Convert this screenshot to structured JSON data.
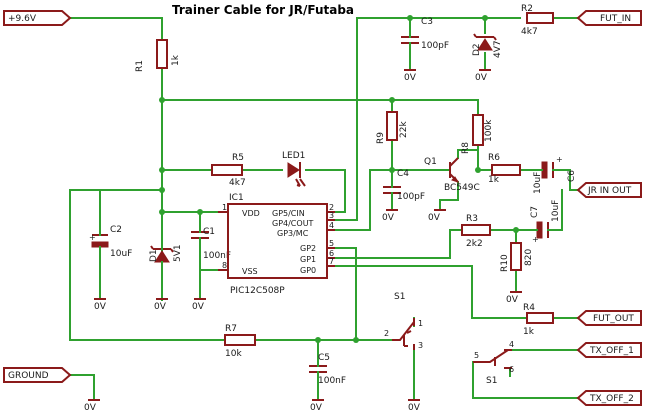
{
  "title": "Trainer Cable for JR/Futaba",
  "ports": {
    "p96": "+9.6V",
    "ground": "GROUND",
    "fut_in": "FUT_IN",
    "jr_in_out": "JR IN OUT",
    "fut_out": "FUT_OUT",
    "tx_off_1": "TX_OFF_1",
    "tx_off_2": "TX_OFF_2"
  },
  "parts": {
    "r1": {
      "name": "R1",
      "value": "1k"
    },
    "r2": {
      "name": "R2",
      "value": "4k7"
    },
    "r3": {
      "name": "R3",
      "value": "2k2"
    },
    "r4": {
      "name": "R4",
      "value": "1k"
    },
    "r5": {
      "name": "R5",
      "value": "4k7"
    },
    "r6": {
      "name": "R6",
      "value": "1k"
    },
    "r7": {
      "name": "R7",
      "value": "10k"
    },
    "r8": {
      "name": "R8",
      "value": "100k"
    },
    "r9": {
      "name": "R9",
      "value": "22k"
    },
    "r10": {
      "name": "R10",
      "value": "820"
    },
    "c1": {
      "name": "C1",
      "value": "100nF"
    },
    "c2": {
      "name": "C2",
      "value": "10uF"
    },
    "c3": {
      "name": "C3",
      "value": "100pF"
    },
    "c4": {
      "name": "C4",
      "value": "100pF"
    },
    "c5": {
      "name": "C5",
      "value": "100nF"
    },
    "c6": {
      "name": "C6",
      "value": "10uF"
    },
    "c7": {
      "name": "C7",
      "value": "10uF"
    },
    "d1": {
      "name": "D1",
      "value": "5V1"
    },
    "d2": {
      "name": "D2",
      "value": "4V7"
    },
    "led1": {
      "name": "LED1"
    },
    "q1": {
      "name": "Q1",
      "value": "BC549C"
    },
    "s1a": {
      "name": "S1"
    },
    "s1b": {
      "name": "S1"
    },
    "ic1": {
      "name": "IC1",
      "value": "PIC12C508P",
      "pins_left": [
        {
          "num": "1",
          "label": "VDD"
        },
        {
          "num": "8",
          "label": "VSS"
        }
      ],
      "pins_right": [
        {
          "num": "2",
          "label": "GP5/CIN"
        },
        {
          "num": "3",
          "label": "GP4/COUT"
        },
        {
          "num": "4",
          "label": "GP3/MC"
        },
        {
          "num": "5",
          "label": "GP2"
        },
        {
          "num": "6",
          "label": "GP1"
        },
        {
          "num": "7",
          "label": "GP0"
        }
      ]
    }
  },
  "switch_pins": {
    "s1a": [
      "1",
      "2",
      "3"
    ],
    "s1b": [
      "4",
      "5",
      "6"
    ]
  },
  "ground_label": "0V",
  "colors": {
    "wire": "#2fa12f",
    "part": "#8b1a1a"
  }
}
